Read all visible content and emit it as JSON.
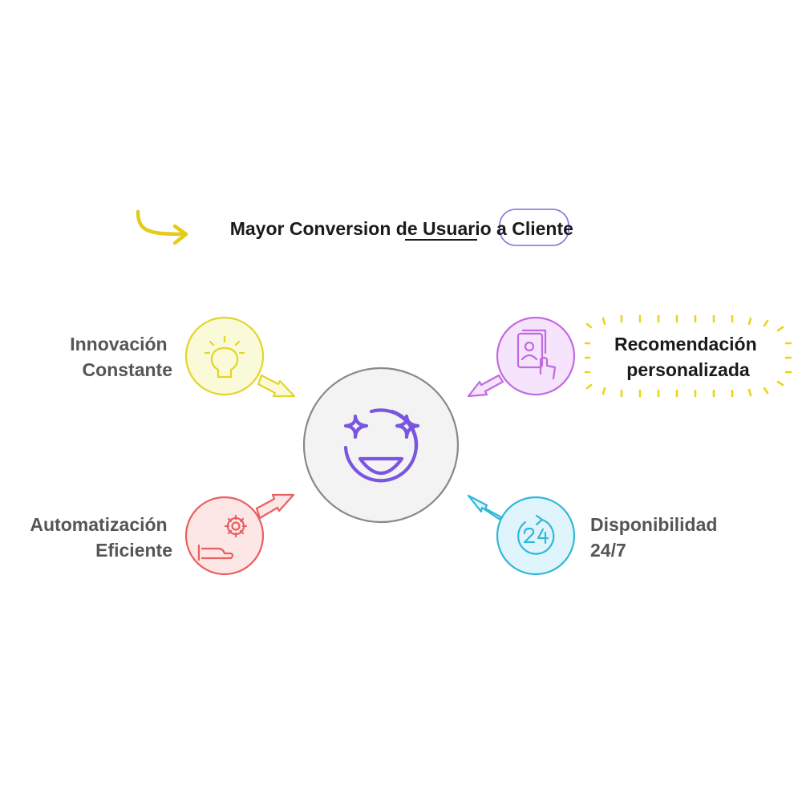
{
  "title": {
    "prefix": "Mayor Conversion de ",
    "word1": "Usuario",
    "middle": " a ",
    "word2": "Cliente"
  },
  "center": {
    "icon": "star-eyes-smiley-icon"
  },
  "nodes": [
    {
      "id": "innovacion",
      "lines": [
        "Innovación",
        "Constante"
      ],
      "icon": "lightbulb-icon",
      "color": "#e9e23a",
      "fill": "#fbfad8"
    },
    {
      "id": "recomendacion",
      "lines": [
        "Recomendación",
        "personalizada"
      ],
      "icon": "profile-card-touch-icon",
      "color": "#c06be0",
      "fill": "#f5e4fb"
    },
    {
      "id": "automatizacion",
      "lines": [
        "Automatización",
        "Eficiente"
      ],
      "icon": "gear-hand-icon",
      "color": "#e86060",
      "fill": "#fde6e6"
    },
    {
      "id": "disponibilidad",
      "lines": [
        "Disponibilidad",
        "24/7"
      ],
      "icon": "clock-24-icon",
      "color": "#2fb7dc",
      "fill": "#e0f5fb"
    }
  ],
  "colors": {
    "title_arrow": "#e4cc19",
    "title_highlight": "#8a6ae0",
    "center_stroke": "#888888",
    "center_fill": "#f3f3f3",
    "center_icon": "#7a55e0",
    "highlight_rays": "#e9d61a"
  }
}
